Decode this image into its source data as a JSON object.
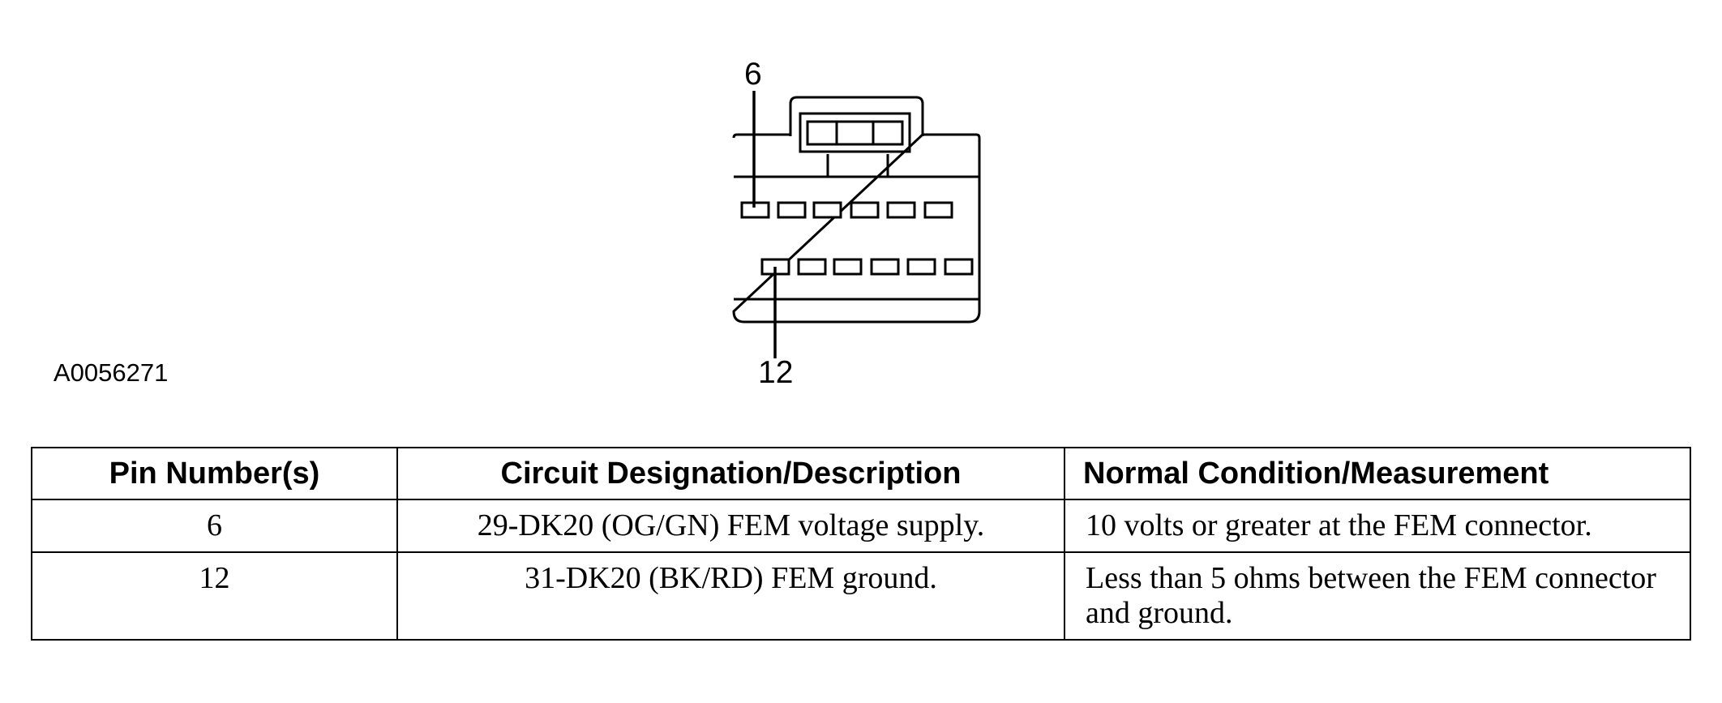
{
  "figure_id": "A0056271",
  "connector": {
    "callout_top": "6",
    "callout_bottom": "12"
  },
  "table": {
    "headers": [
      "Pin Number(s)",
      "Circuit Designation/Description",
      "Normal Condition/Measurement"
    ],
    "rows": [
      [
        "6",
        "29-DK20 (OG/GN) FEM voltage supply.",
        "10 volts or greater at the FEM connector."
      ],
      [
        "12",
        "31-DK20 (BK/RD) FEM ground.",
        "Less than 5 ohms between the FEM connector and ground."
      ]
    ]
  }
}
